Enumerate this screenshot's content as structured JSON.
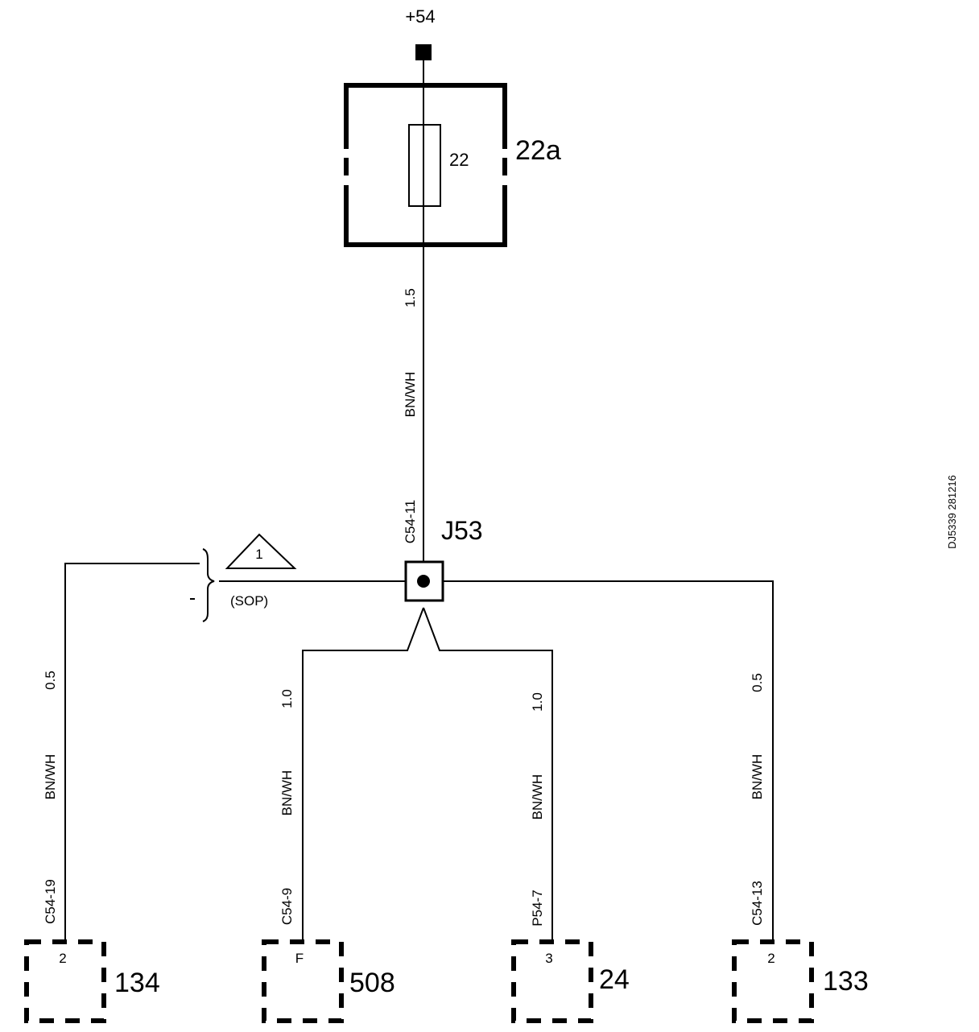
{
  "supply": {
    "label": "+54"
  },
  "fuse": {
    "number": "22",
    "box_label": "22a"
  },
  "main_wire": {
    "gauge": "1.5",
    "color": "BN/WH"
  },
  "splice": {
    "label": "J53",
    "connector": "C54-11"
  },
  "note": {
    "triangle_number": "1",
    "text": "(SOP)"
  },
  "drawing_id": "DJ5339 281216",
  "branches": [
    {
      "gauge": "0.5",
      "color": "BN/WH",
      "connector": "C54-19",
      "pin": "2",
      "component": "134"
    },
    {
      "gauge": "1.0",
      "color": "BN/WH",
      "connector": "C54-9",
      "pin": "F",
      "component": "508"
    },
    {
      "gauge": "1.0",
      "color": "BN/WH",
      "connector": "P54-7",
      "pin": "3",
      "component": "24"
    },
    {
      "gauge": "0.5",
      "color": "BN/WH",
      "connector": "C54-13",
      "pin": "2",
      "component": "133"
    }
  ]
}
